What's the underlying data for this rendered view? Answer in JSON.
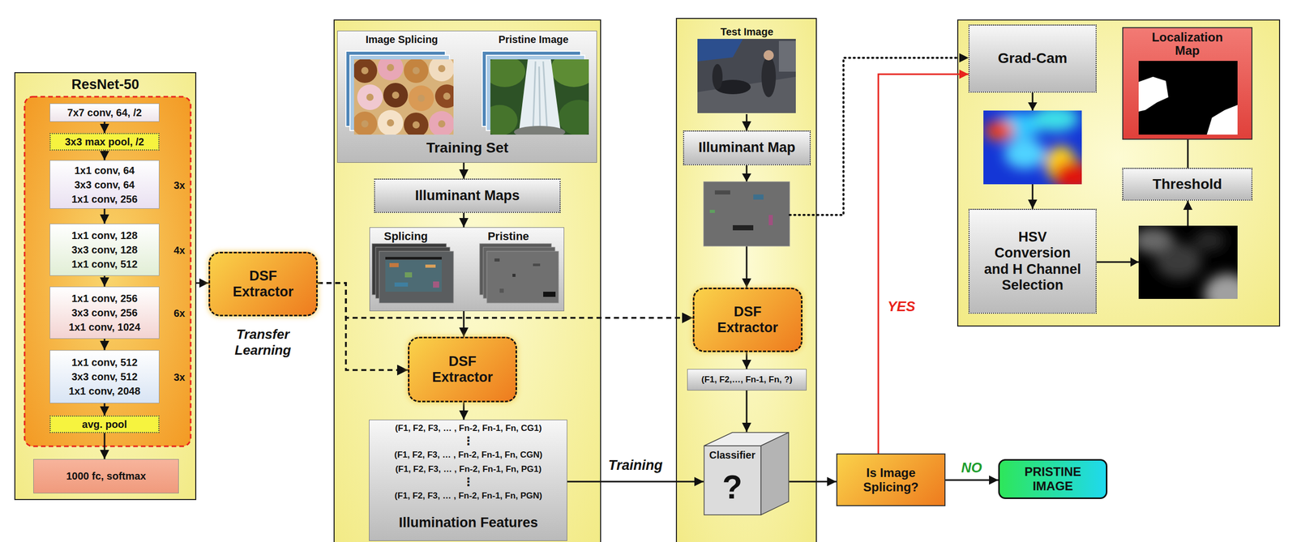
{
  "diagram": {
    "nodes": [
      {
        "text": [
          "ResNet-50"
        ]
      },
      {
        "text": [
          "7x7 conv, 64, /2"
        ],
        "in": 0
      },
      {
        "text": [
          "3x3 max pool, /2"
        ],
        "in": 0
      },
      {
        "text": [
          "1x1 conv, 64",
          "3x3 conv, 64",
          "1x1 conv, 256"
        ],
        "in": 0
      },
      {
        "text": [
          "1x1 conv, 128",
          "3x3 conv, 128",
          "1x1 conv, 512"
        ],
        "in": 0
      },
      {
        "text": [
          "1x1 conv, 256",
          "3x3 conv, 256",
          "1x1 conv, 1024"
        ],
        "in": 0
      },
      {
        "text": [
          "1x1 conv, 512",
          "3x3 conv, 512",
          "1x1 conv, 2048"
        ],
        "in": 0
      },
      {
        "text": [
          "avg. pool"
        ],
        "in": 0
      },
      {
        "text": [
          "1000 fc, softmax"
        ],
        "in": 0
      },
      {
        "text": [
          "DSF Extractor"
        ]
      },
      {
        "text": [
          "Image Splicing",
          "Pristine Image",
          "Training Set"
        ]
      },
      {
        "text": [
          "Illuminant Maps"
        ]
      },
      {
        "text": [
          "Splicing",
          "Pristine"
        ]
      },
      {
        "text": [
          "DSF Extractor"
        ]
      },
      {
        "text": [
          "(F1, F2, F3, … , Fn-2, Fn-1, Fn, CG1)",
          "⋮",
          "(F1, F2, F3, … , Fn-2, Fn-1, Fn, CGN)",
          "(F1, F2, F3, … , Fn-2, Fn-1, Fn, PG1)",
          "⋮",
          "(F1, F2, F3, … , Fn-2, Fn-1, Fn, PGN)",
          "Illumination Features"
        ]
      },
      {
        "text": [
          "Test Image"
        ]
      },
      {
        "text": [
          "Illuminant Map"
        ]
      },
      {
        "text": [
          "DSF Extractor"
        ]
      },
      {
        "text": [
          "(F1, F2,…, Fn-1, Fn, ?)"
        ]
      },
      {
        "text": [
          "Classifier",
          "?"
        ]
      },
      {
        "text": [
          "Is Image Splicing?"
        ]
      },
      {
        "text": [
          "PRISTINE IMAGE"
        ]
      },
      {
        "text": [
          "Grad-Cam"
        ]
      },
      {
        "text": [
          "HSV Conversion and H Channel Selection"
        ]
      },
      {
        "text": [
          "Threshold"
        ]
      },
      {
        "text": [
          "Localization Map"
        ]
      }
    ],
    "edges": [
      {
        "from": 0,
        "to": 9,
        "arrow": "to"
      },
      {
        "from": 1,
        "to": 2,
        "arrow": "to"
      },
      {
        "from": 2,
        "to": 3,
        "arrow": "to"
      },
      {
        "from": 3,
        "to": 4,
        "arrow": "to"
      },
      {
        "from": 4,
        "to": 5,
        "arrow": "to"
      },
      {
        "from": 5,
        "to": 6,
        "arrow": "to"
      },
      {
        "from": 6,
        "to": 7,
        "arrow": "to"
      },
      {
        "from": 7,
        "to": 8,
        "arrow": "to"
      },
      {
        "from": 9,
        "to": 13,
        "arrow": "to"
      },
      {
        "from": 9,
        "to": 17,
        "arrow": "to"
      },
      {
        "from": 10,
        "to": 11,
        "arrow": "to"
      },
      {
        "from": 11,
        "to": 12,
        "arrow": "to"
      },
      {
        "from": 12,
        "to": 13,
        "arrow": "to"
      },
      {
        "from": 13,
        "to": 14,
        "arrow": "to"
      },
      {
        "from": 14,
        "to": 19,
        "label": "Training",
        "arrow": "to"
      },
      {
        "from": 15,
        "to": 16,
        "arrow": "to"
      },
      {
        "from": 16,
        "to": 17,
        "arrow": "to"
      },
      {
        "from": 17,
        "to": 18,
        "arrow": "to"
      },
      {
        "from": 18,
        "to": 19,
        "arrow": "to"
      },
      {
        "from": 19,
        "to": 20,
        "arrow": "to"
      },
      {
        "from": 20,
        "to": 21,
        "label": "NO",
        "arrow": "to"
      },
      {
        "from": 20,
        "to": 22,
        "label": "YES",
        "arrow": "to"
      },
      {
        "from": 22,
        "to": 23,
        "arrow": "to"
      },
      {
        "from": 23,
        "to": 24,
        "arrow": "to"
      },
      {
        "from": 24,
        "to": 25,
        "arrow": "to"
      }
    ],
    "labels": [
      "3x",
      "4x",
      "6x",
      "3x",
      "Transfer Learning"
    ]
  }
}
